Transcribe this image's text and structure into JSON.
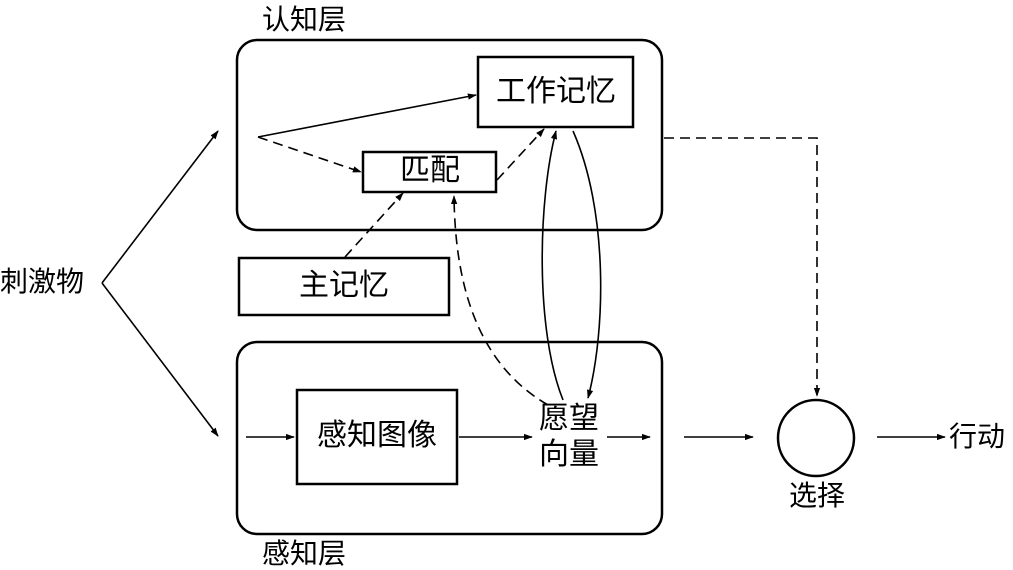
{
  "layers": {
    "cognitive": "认知层",
    "perceptual": "感知层"
  },
  "nodes": {
    "working_memory": "工作记忆",
    "matching": "匹配",
    "main_memory": "主记忆",
    "perceptual_image": "感知图像",
    "desire_vector_line1": "愿望",
    "desire_vector_line2": "向量",
    "selection": "选择"
  },
  "io": {
    "stimulus": "刺激物",
    "action": "行动"
  },
  "colors": {
    "stroke": "#000000",
    "background": "#ffffff"
  }
}
